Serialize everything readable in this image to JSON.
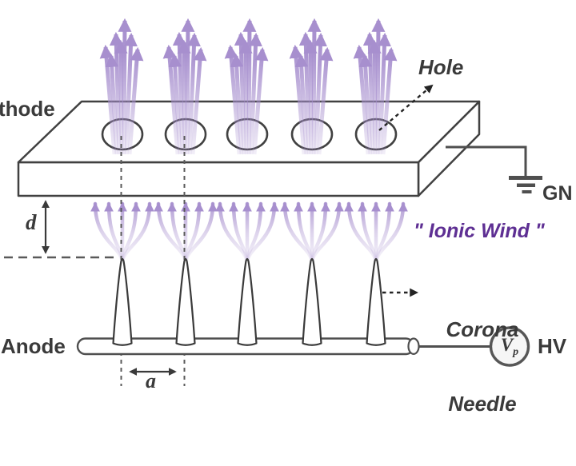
{
  "diagram": {
    "labels": {
      "cathode": "thode",
      "hole": "Hole",
      "ground": "GN",
      "ionic_wind": "\" Ionic Wind \"",
      "corona_line1": "Corona",
      "corona_line2": "Needle",
      "anode": "Anode",
      "gap_distance": "d",
      "needle_spacing": "a",
      "voltage_v": "V",
      "voltage_sub": "p",
      "high_voltage": "HV"
    },
    "colors": {
      "arrow_purple": "#a78fce",
      "ionic_wind_text": "#5e2f93",
      "outline": "#414141",
      "needle_stroke": "#3a3a3a",
      "wire": "#4f4f4f",
      "text": "#3a3a3a",
      "dashed_line": "#5a5a5a",
      "annotation_arrow": "#242424",
      "plate_fill": "#ffffff",
      "source_fill": "#f6f6f6"
    },
    "structure": {
      "hole_count": 5,
      "needle_count": 5,
      "arrows_per_bundle": 7,
      "streams_per_needle": 5
    }
  }
}
